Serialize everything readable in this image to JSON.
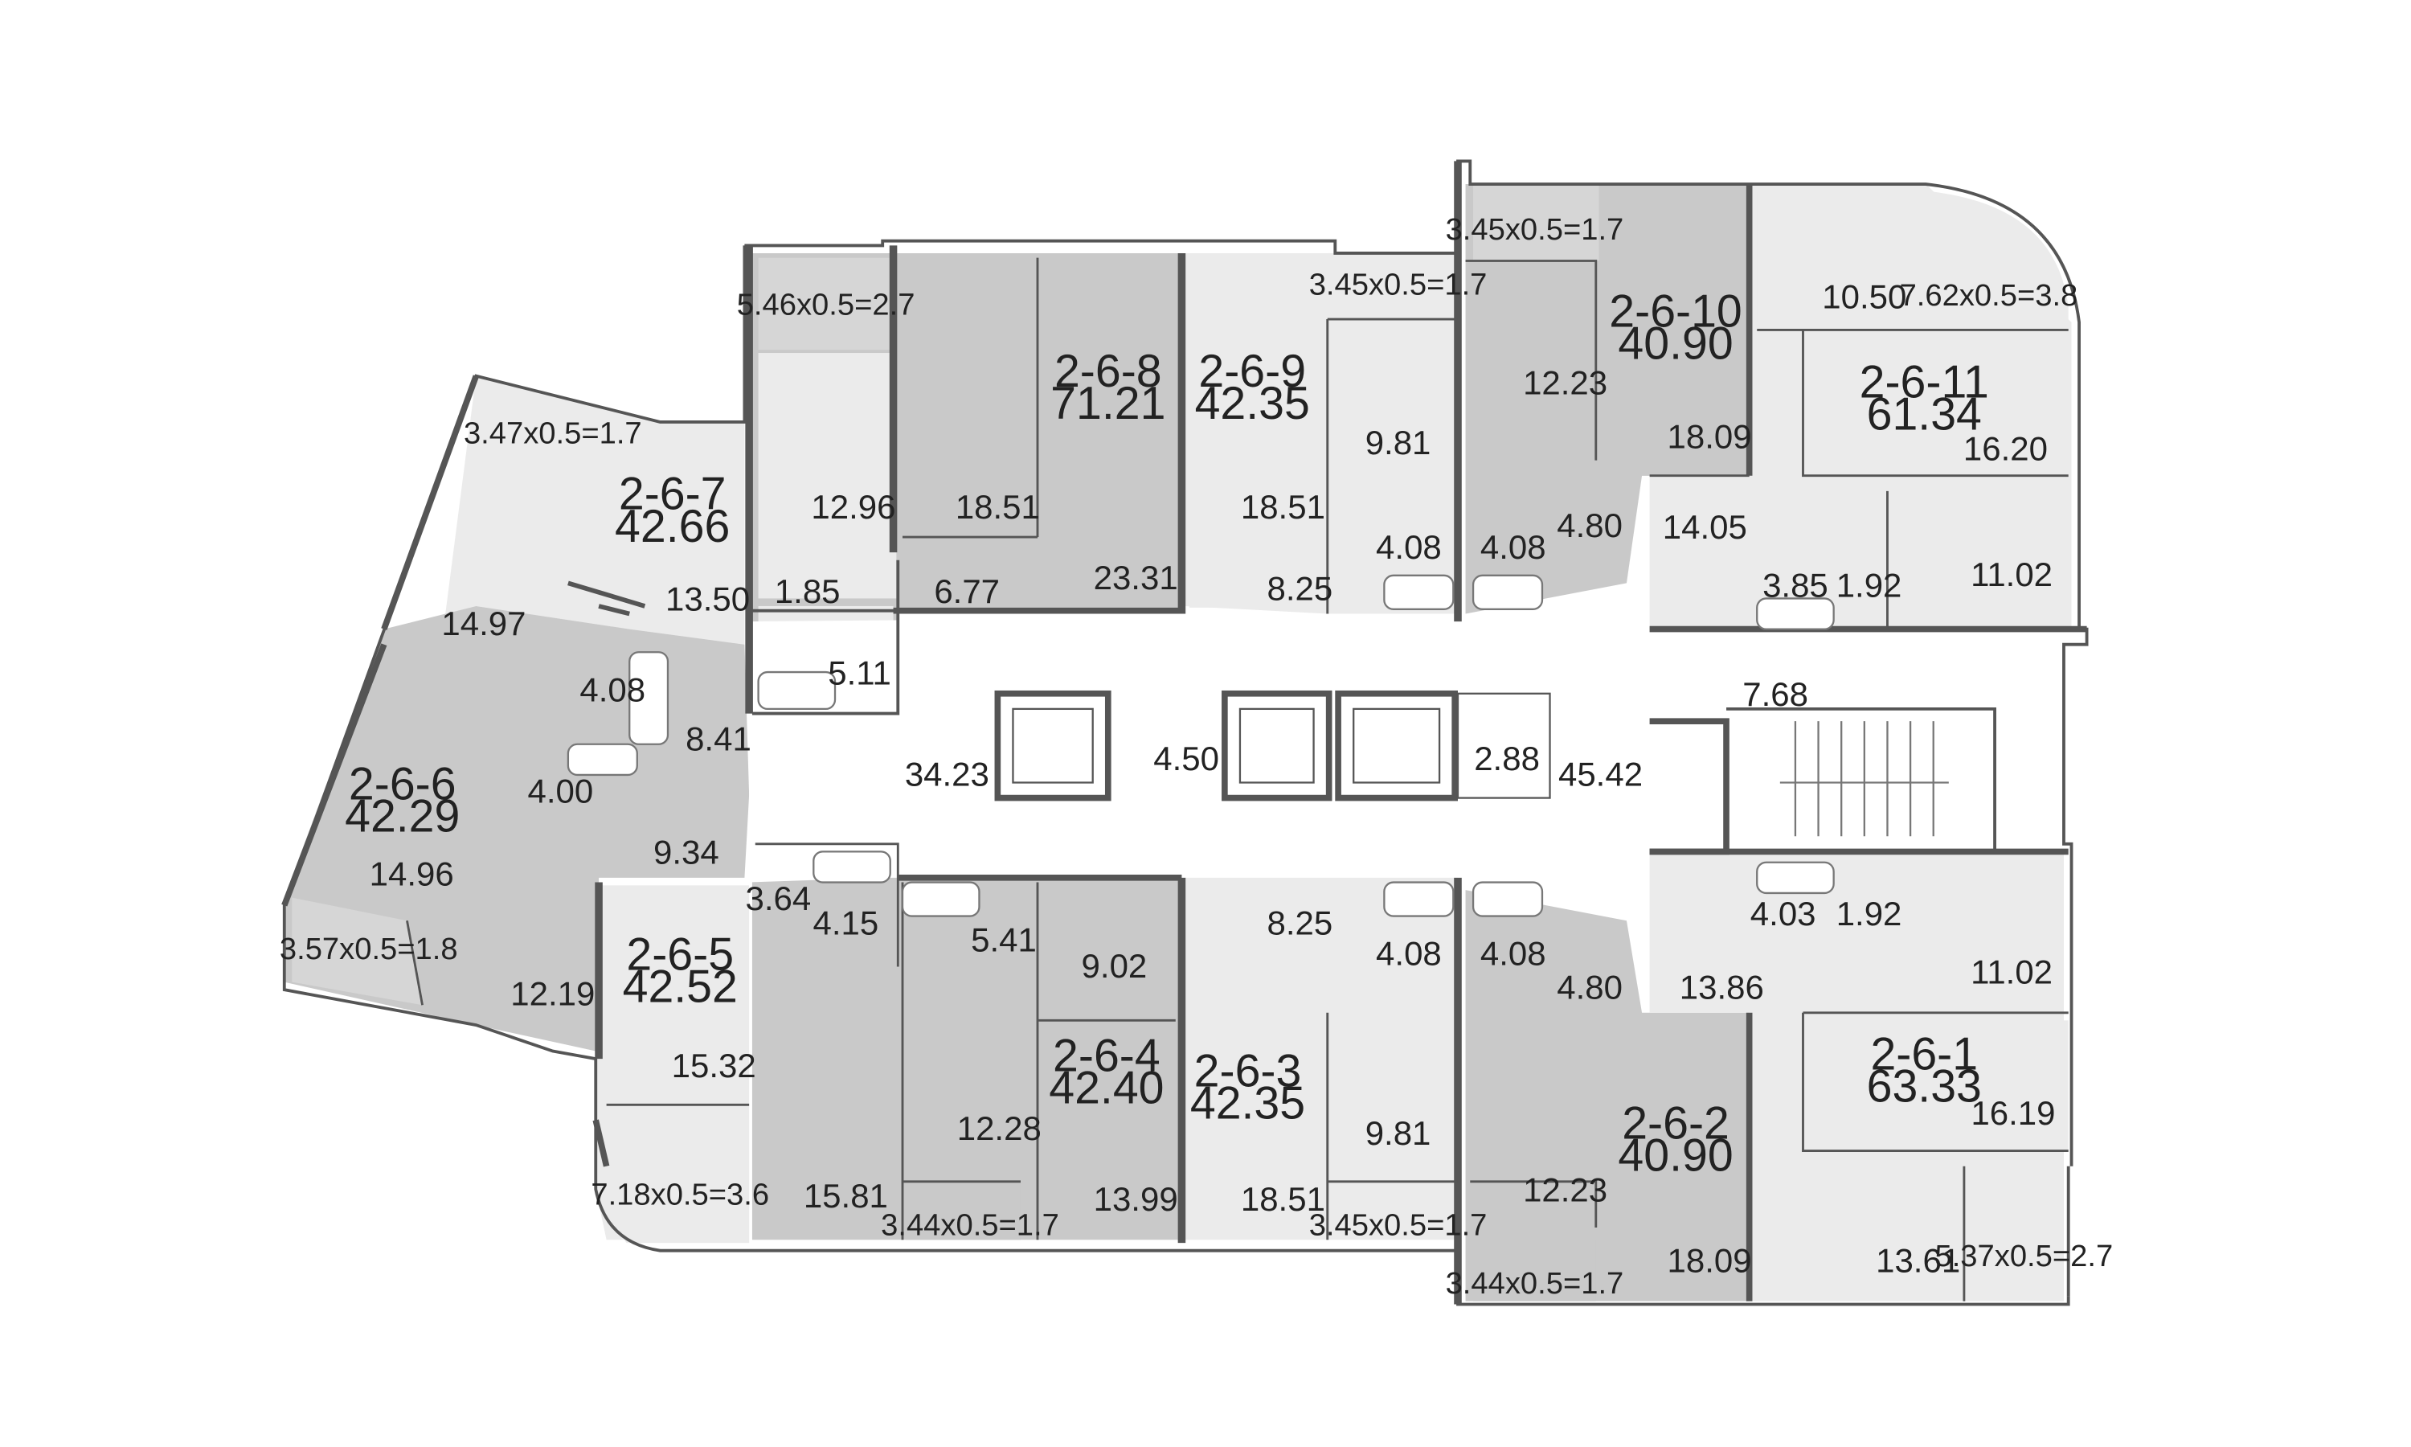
{
  "colors": {
    "background": "#ffffff",
    "wall": "#555555",
    "wall_thin": "#8a8a8a",
    "apartment_dark": "#c9c9c9",
    "apartment_light": "#ebebeb",
    "common": "#ffffff",
    "balcony": "#d6d6d6",
    "text": "#222222"
  },
  "apartments": [
    {
      "id": "2-6-1",
      "area": "63.33"
    },
    {
      "id": "2-6-2",
      "area": "40.90"
    },
    {
      "id": "2-6-3",
      "area": "42.35"
    },
    {
      "id": "2-6-4",
      "area": "42.40"
    },
    {
      "id": "2-6-5",
      "area": "42.52"
    },
    {
      "id": "2-6-6",
      "area": "42.29"
    },
    {
      "id": "2-6-7",
      "area": "42.66"
    },
    {
      "id": "2-6-8",
      "area": "71.21"
    },
    {
      "id": "2-6-9",
      "area": "42.35"
    },
    {
      "id": "2-6-10",
      "area": "40.90"
    },
    {
      "id": "2-6-11",
      "area": "61.34"
    }
  ],
  "rooms": [
    "3.47x0.5=1.7",
    "14.97",
    "13.50",
    "8.41",
    "4.08",
    "14.96",
    "4.00",
    "9.34",
    "3.57x0.5=1.8",
    "12.19",
    "15.32",
    "7.18x0.5=3.6",
    "5.46x0.5=2.7",
    "12.96",
    "1.85",
    "5.11",
    "18.51",
    "6.77",
    "23.31",
    "18.51",
    "8.25",
    "3.45x0.5=1.7",
    "9.81",
    "4.08",
    "4.08",
    "3.45x0.5=1.7",
    "12.23",
    "4.80",
    "18.09",
    "10.50",
    "7.62x0.5=3.8",
    "16.20",
    "14.05",
    "3.85",
    "1.92",
    "11.02",
    "34.23",
    "4.50",
    "2.88",
    "45.42",
    "7.68",
    "3.64",
    "4.15",
    "5.41",
    "9.02",
    "12.28",
    "13.99",
    "15.81",
    "3.44x0.5=1.7",
    "8.25",
    "4.08",
    "4.08",
    "9.81",
    "18.51",
    "3.45x0.5=1.7",
    "4.80",
    "12.23",
    "3.44x0.5=1.7",
    "18.09",
    "4.03",
    "1.92",
    "11.02",
    "13.86",
    "16.19",
    "13.61",
    "5.37x0.5=2.7"
  ]
}
